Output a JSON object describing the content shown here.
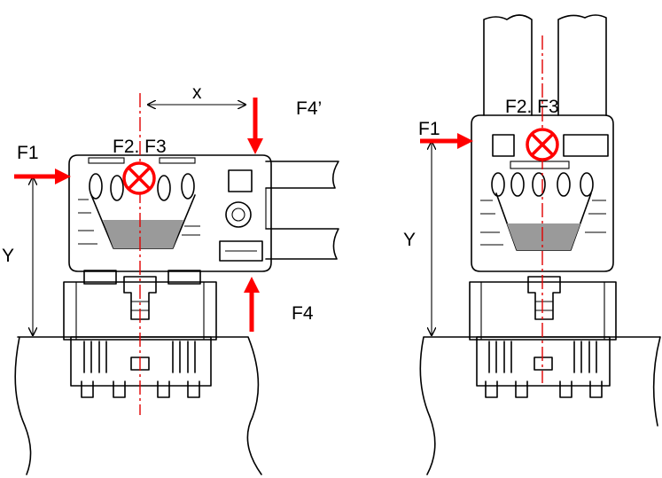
{
  "labels": {
    "left_view": {
      "f1": "F1",
      "f2_f3": "F2. F3",
      "x_dim": "x",
      "f4_prime": "F4’",
      "f4": "F4",
      "y_dim": "Y"
    },
    "right_view": {
      "f1": "F1",
      "f2_f3": "F2. F3",
      "y_dim": "Y"
    }
  },
  "colors": {
    "force_arrow": "#ff0000",
    "center_axis": "#e00000",
    "outline": "#000000",
    "shading": "#9a9a9a"
  },
  "icons": {
    "force_into_page": "circle-cross-symbol"
  }
}
